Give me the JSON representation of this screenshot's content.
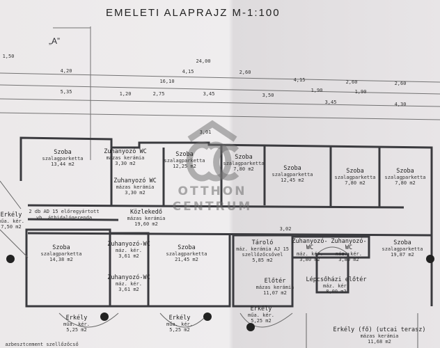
{
  "title": "EMELETI ALAPRAJZ M-1:100",
  "section_mark": "„A”",
  "watermark": {
    "logo": "OC",
    "line1": "OTTHON",
    "line2": "CENTRUM"
  },
  "dimensions": [
    "24,00",
    "4,20",
    "16,10",
    "5,35",
    "1,20",
    "2,75",
    "3,45",
    "3,50",
    "4,15",
    "2,60",
    "4,15",
    "2,60",
    "2,60",
    "1,90",
    "1,90",
    "3,45",
    "4,30",
    "1,50"
  ],
  "rooms": [
    {
      "name": "Szoba",
      "floor": "szalagparketta",
      "area": "13,44 m2"
    },
    {
      "name": "Zuhanyozó WC",
      "floor": "mázas kerámia",
      "area": "3,30 m2"
    },
    {
      "name": "Zuhanyozó WC",
      "floor": "mázas kerámia",
      "area": "3,30 m2"
    },
    {
      "name": "Szoba",
      "floor": "szalagparketta",
      "area": "12,25 m2"
    },
    {
      "name": "Szoba",
      "floor": "szalagparketta",
      "area": "7,80 m2"
    },
    {
      "name": "Szoba",
      "floor": "szalagparketta",
      "area": "12,45 m2"
    },
    {
      "name": "Szoba",
      "floor": "szalagparketta",
      "area": "7,80 m2"
    },
    {
      "name": "Szoba",
      "floor": "szalagparketta",
      "area": "7,80 m2"
    },
    {
      "name": "Közlekedő",
      "floor": "mázas kerámia",
      "area": "19,60 m2"
    },
    {
      "name": "Erkély",
      "floor": "műa. kér.",
      "area": "7,50 m2"
    },
    {
      "name": "Szoba",
      "floor": "szalagparketta",
      "area": "14,38 m2"
    },
    {
      "name": "Zuhanyozó-WC",
      "floor": "máz. kér.",
      "area": "3,61 m2"
    },
    {
      "name": "Zuhanyozó-WC",
      "floor": "máz. kér.",
      "area": "3,61 m2"
    },
    {
      "name": "Szoba",
      "floor": "szalagparketta",
      "area": "21,45 m2"
    },
    {
      "name": "Tároló",
      "floor": "máz. kerámia AJ 15 szellőzőcsővel",
      "area": "5,85 m2"
    },
    {
      "name": "Zuhanyozó-WC",
      "floor": "máz. kér.",
      "area": "3,80 m2"
    },
    {
      "name": "Zuhanyozó-WC",
      "floor": "máz. kér.",
      "area": "3,80 m2"
    },
    {
      "name": "Szoba",
      "floor": "szalagparketta",
      "area": "19,87 m2"
    },
    {
      "name": "Előtér",
      "floor": "mázas kerámia",
      "area": "11,07 m2"
    },
    {
      "name": "Lépcsőházi előtér",
      "floor": "máz. kér.",
      "area": "8,00 m2"
    },
    {
      "name": "Erkély",
      "floor": "műa. kér.",
      "area": "5,25 m2"
    },
    {
      "name": "Erkély",
      "floor": "műa. kér.",
      "area": "5,25 m2"
    },
    {
      "name": "Erkély",
      "floor": "műa. kér.",
      "area": "5,25 m2"
    },
    {
      "name": "Erkély (fő) (utcai terasz)",
      "floor": "mázas kerámia",
      "area": "11,68 m2"
    }
  ],
  "notes": [
    "2 db AD 15 előregyártott",
    "vb. áthidalógerenda",
    "azbesztcement szellőzőcső",
    "3,01",
    "3,02"
  ]
}
